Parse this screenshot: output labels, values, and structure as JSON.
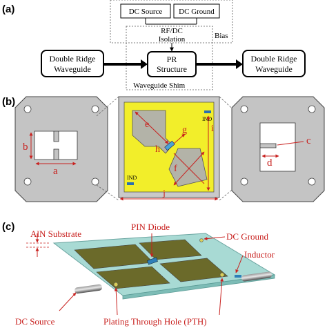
{
  "panel_a": {
    "label": "(a)",
    "dc_source": "DC Source",
    "dc_ground": "DC Ground",
    "rf_dc_line1": "RF/DC",
    "rf_dc_line2": "Isolation",
    "bias": "Bias",
    "left_waveguide_line1": "Double Ridge",
    "left_waveguide_line2": "Waveguide",
    "pr_line1": "PR",
    "pr_line2": "Structure",
    "right_waveguide_line1": "Double Ridge",
    "right_waveguide_line2": "Waveguide",
    "shim": "Waveguide Shim"
  },
  "panel_b": {
    "label": "(b)",
    "dim_a": "a",
    "dim_b": "b",
    "dim_c": "c",
    "dim_d": "d",
    "dim_e": "e",
    "dim_f": "f",
    "dim_g": "g",
    "dim_h": "h",
    "dim_i": "i",
    "dim_j": "j",
    "ind_top": "IND",
    "ind_bottom": "IND"
  },
  "panel_c": {
    "label": "(c)",
    "aln_substrate": "AlN Substrate",
    "pin_diode": "PIN Diode",
    "dc_ground": "DC Ground",
    "inductor": "Inductor",
    "dc_source": "DC Source",
    "pth": "Plating Through Hole (PTH)"
  },
  "colors": {
    "annotation_red": "#c8201e",
    "metal_yellow": "#f2ee2a",
    "plate_gray": "#bdbdbd",
    "substrate_teal": "#9fd6d0",
    "patch_olive": "#6b6a2a"
  }
}
